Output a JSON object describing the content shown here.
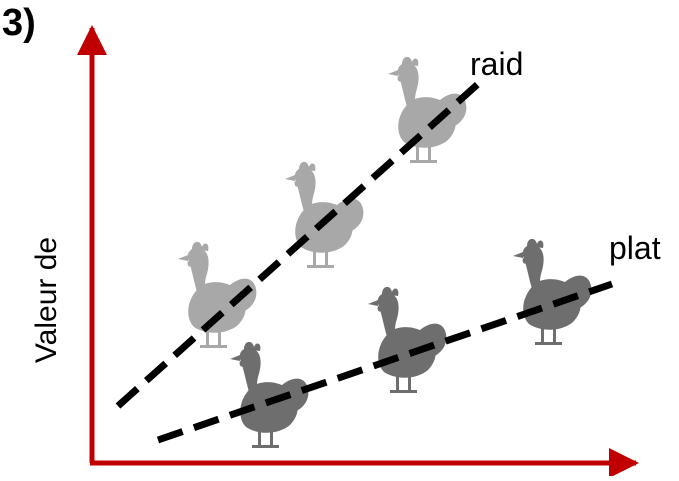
{
  "panel_label": "3)",
  "y_axis_label": "Valeur de",
  "lines": [
    {
      "id": "raid",
      "label": "raid"
    },
    {
      "id": "plat",
      "label": "plat"
    }
  ],
  "colors": {
    "axis": "#c00000",
    "line": "#000000",
    "hen_light": "#a8a8a8",
    "hen_dark": "#6e6e6e"
  },
  "icons": {
    "hen": "hen-silhouette-icon"
  }
}
